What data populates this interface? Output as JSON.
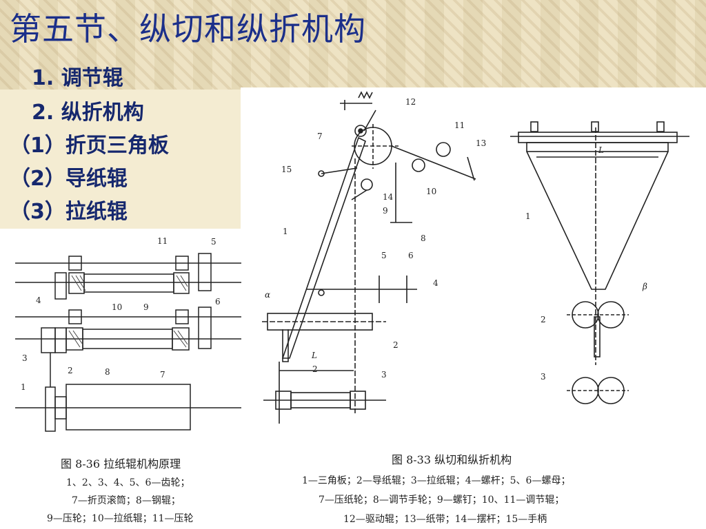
{
  "slide": {
    "title": "第五节、纵切和纵折机构",
    "outline": [
      "1. 调节辊",
      "2. 纵折机构",
      "（1）折页三角板",
      "（2）导纸辊",
      "（3）拉纸辊"
    ]
  },
  "figure_left": {
    "caption_title": "图 8-36   拉纸辊机构原理",
    "caption_lines": [
      "1、2、3、4、5、6—齿轮；",
      "7—折页滚筒；8—钢辊；",
      "9—压轮；10—拉纸辊；11—压轮"
    ],
    "labels": {
      "n1": "1",
      "n2": "2",
      "n3": "3",
      "n4": "4",
      "n5": "5",
      "n6": "6",
      "n7": "7",
      "n8": "8",
      "n9": "9",
      "n10": "10",
      "n11": "11"
    }
  },
  "figure_right": {
    "caption_title": "图 8-33    纵切和纵折机构",
    "caption_lines": [
      "1—三角板；2—导纸辊；3—拉纸辊；4—螺杆；5、6—螺母；",
      "7—压纸轮；8—调节手轮；9—螺钉；10、11—调节辊；",
      "12—驱动辊；13—纸带；14—摆杆；15—手柄"
    ],
    "labels": {
      "n1": "1",
      "n2": "2",
      "n3": "3",
      "n4": "4",
      "n5": "5",
      "n6": "6",
      "n7": "7",
      "n8": "8",
      "n9": "9",
      "n10": "10",
      "n11": "11",
      "n12": "12",
      "n13": "13",
      "n14": "14",
      "n15": "15",
      "alpha": "α",
      "half_l_num": "L",
      "half_l_den": "2"
    }
  },
  "figure_triangle": {
    "labels": {
      "n1": "1",
      "n2": "2",
      "n3": "3",
      "L": "L",
      "beta": "β"
    }
  },
  "colors": {
    "title": "#1b2f8a",
    "outline": "#16286e",
    "background": "#f4ecd2"
  }
}
